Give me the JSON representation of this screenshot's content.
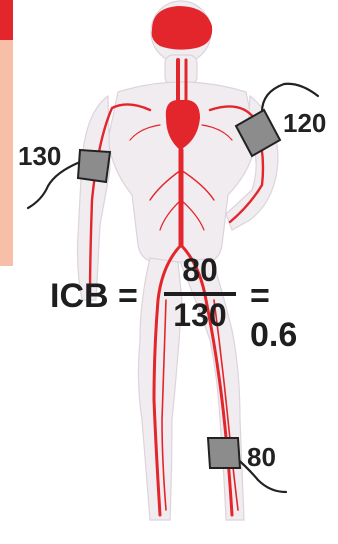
{
  "image": {
    "subject": "human-circulatory-system-icon",
    "accent_color": "#e3262b",
    "edge_band_color": "#f8bfa8",
    "cuff_color": "#8c8c8c"
  },
  "cuffs": {
    "arm_right": "130",
    "arm_left": "120",
    "ankle": "80"
  },
  "formula": {
    "lhs": "ICB =",
    "numerator": "80",
    "denominator": "130",
    "rhs": "= 0.6"
  }
}
